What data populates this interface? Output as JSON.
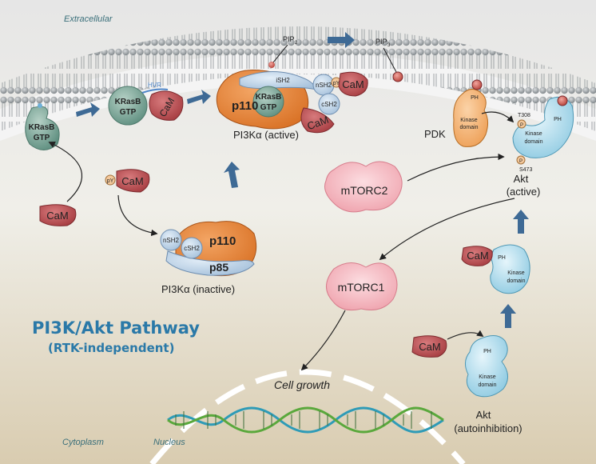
{
  "regions": {
    "extracellular": "Extracellular",
    "cytoplasm": "Cytoplasm",
    "nucleus": "Nucleus"
  },
  "title": {
    "line1": "PI3K/Akt Pathway",
    "line2": "(RTK-independent)"
  },
  "kras": {
    "top": "KRasB",
    "bottom": "GTP",
    "hvr": "HVR"
  },
  "cam": "CaM",
  "pcam": {
    "py": "pY",
    "cam": "CaM"
  },
  "lipids": {
    "pip2": "PIP",
    "pip2_sub": "2",
    "pip3": "PIP",
    "pip3_sub": "3"
  },
  "pi3k_active": {
    "p110": "p110",
    "ish2": "iSH2",
    "nsh2": "nSH2",
    "csh2": "cSH2",
    "py": "pY",
    "label": "PI3Kα (active)"
  },
  "pi3k_inactive": {
    "p110": "p110",
    "p85": "p85",
    "nsh2": "nSH2",
    "csh2": "cSH2",
    "label": "PI3Kα (inactive)"
  },
  "pdk": {
    "ph": "PH",
    "kinase_line1": "Kinase",
    "kinase_line2": "domain",
    "label": "PDK"
  },
  "akt_active": {
    "ph": "PH",
    "kinase_line1": "Kinase",
    "kinase_line2": "domain",
    "t308": "T308",
    "s473": "S473",
    "p": "P",
    "label_line1": "Akt",
    "label_line2": "(active)"
  },
  "akt_cam": {
    "ph": "PH",
    "kinase_line1": "Kinase",
    "kinase_line2": "domain"
  },
  "akt_auto": {
    "ph": "PH",
    "kinase_line1": "Kinase",
    "kinase_line2": "domain",
    "label_line1": "Akt",
    "label_line2": "(autoinhibition)"
  },
  "mtorc2": "mTORC2",
  "mtorc1": "mTORC1",
  "cell_growth": "Cell growth",
  "colors": {
    "membrane_head": "#8e9598",
    "kras": "#7fa89a",
    "cam": "#b8474a",
    "p110": "#e07b2e",
    "p85": "#a9c3dd",
    "akt": "#9ed3e8",
    "pdk": "#f0a860",
    "mtorc": "#f4b3bd",
    "arrow_blue": "#3e6a95",
    "title": "#2a79a8"
  }
}
